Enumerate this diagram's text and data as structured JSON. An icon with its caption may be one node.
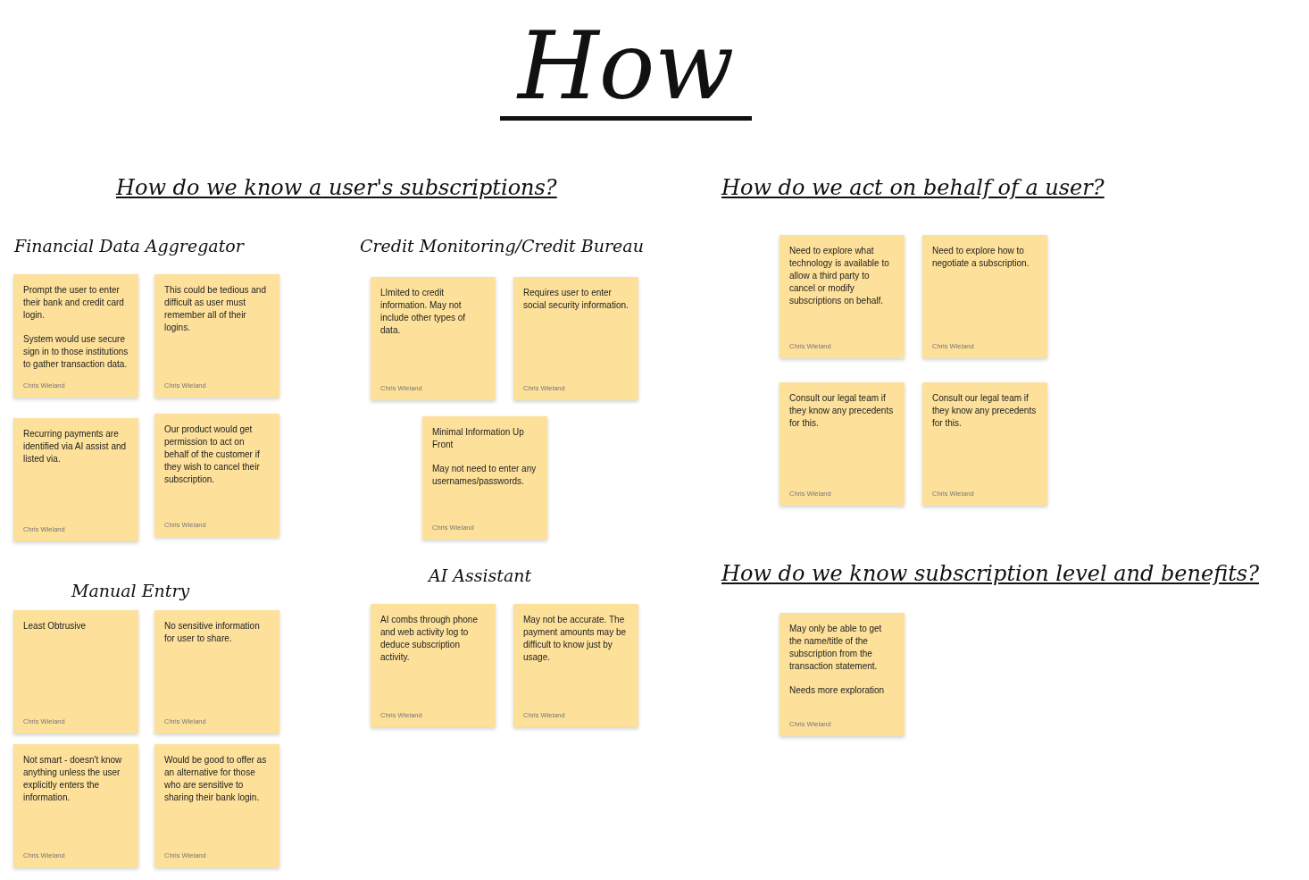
{
  "diagram": {
    "title": "How",
    "nodes": [
      {
        "text": [
          "Prompt the user to enter their bank and credit card login.",
          "System would use secure sign in to those institutions to gather transaction data.",
          "Chris Wieland"
        ]
      },
      {
        "text": [
          "This could be tedious and difficult as user must remember all of their logins.",
          "Chris Wieland"
        ]
      },
      {
        "text": [
          "Recurring payments are identified via AI assist and listed via.",
          "Chris Wieland"
        ]
      },
      {
        "text": [
          "Our product would get permission to act on behalf of the customer if they wish to cancel their subscription.",
          "Chris Wieland"
        ]
      },
      {
        "text": [
          "LImited to credit information. May not include other types of data.",
          "Chris Wieland"
        ]
      },
      {
        "text": [
          "Requires user to enter social security information.",
          "Chris Wieland"
        ]
      },
      {
        "text": [
          "Minimal Information Up Front",
          "May not need to enter any usernames/passwords.",
          "Chris Wieland"
        ]
      },
      {
        "text": [
          "Least Obtrusive",
          "Chris Wieland"
        ]
      },
      {
        "text": [
          "No sensitive information for user to share.",
          "Chris Wieland"
        ]
      },
      {
        "text": [
          "Not smart - doesn't know anything unless the user explicitly enters the information.",
          "Chris Wieland"
        ]
      },
      {
        "text": [
          "Would be good to offer as an alternative for those who are sensitive to sharing their bank login.",
          "Chris Wieland"
        ]
      },
      {
        "text": [
          "AI combs through phone and web activity log to deduce subscription activity.",
          "Chris Wieland"
        ]
      },
      {
        "text": [
          "May not be accurate. The payment amounts may be difficult to know just by usage.",
          "Chris Wieland"
        ]
      },
      {
        "text": [
          "Need to explore what technology is available to allow a third party to cancel or modify subscriptions on behalf.",
          "Chris Wieland"
        ]
      },
      {
        "text": [
          "Need to explore how to negotiate a subscription.",
          "Chris Wieland"
        ]
      },
      {
        "text": [
          "Consult our legal team if they know any precedents for this.",
          "Chris Wieland"
        ]
      },
      {
        "text": [
          "Consult our legal team if they know any precedents for this.",
          "Chris Wieland"
        ]
      },
      {
        "text": [
          "May only be able to get the name/title of the subscription from the transaction statement.",
          "Needs more exploration",
          "Chris Wieland"
        ]
      }
    ],
    "labels": [
      "How do we know a user's subscriptions?",
      "How do we act on behalf of a user?",
      "Financial Data Aggregator",
      "Credit Monitoring/Credit Bureau",
      "AI Assistant",
      "Manual Entry",
      "How do we know subscription level and benefits?"
    ]
  }
}
